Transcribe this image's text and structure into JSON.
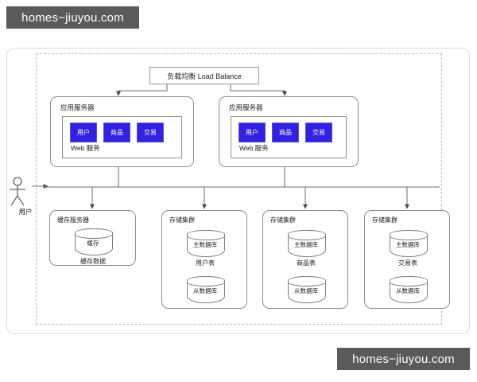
{
  "watermark": {
    "text": "homes−jiuyou.com"
  },
  "diagram": {
    "load_balancer": {
      "label": "负载均衡 Load Balance"
    },
    "actor": {
      "label": "用户",
      "icon": "user-stick-figure-icon"
    },
    "app_servers": [
      {
        "title": "应用服务器",
        "web_label": "Web 服务",
        "services": [
          "用户",
          "商品",
          "交易"
        ]
      },
      {
        "title": "应用服务器",
        "web_label": "Web 服务",
        "services": [
          "用户",
          "商品",
          "交易"
        ]
      }
    ],
    "clusters": [
      {
        "title": "缓存服务器",
        "caption": "缓存数据",
        "databases": [
          {
            "name": "缓存"
          }
        ]
      },
      {
        "title": "存储集群",
        "caption": "用户表",
        "databases": [
          {
            "name": "主数据库"
          },
          {
            "name": "从数据库"
          }
        ]
      },
      {
        "title": "存储集群",
        "caption": "商品表",
        "databases": [
          {
            "name": "主数据库"
          },
          {
            "name": "从数据库"
          }
        ]
      },
      {
        "title": "存储集群",
        "caption": "交易表",
        "databases": [
          {
            "name": "主数据库"
          },
          {
            "name": "从数据库"
          }
        ]
      }
    ]
  },
  "colors": {
    "service_block": "#3122e0",
    "line": "#6e6e6e",
    "border": "#8e8e8e",
    "dashed_boundary": "#bdbdbd",
    "watermark_bg": "#5a5a5a",
    "background": "#ffffff"
  }
}
